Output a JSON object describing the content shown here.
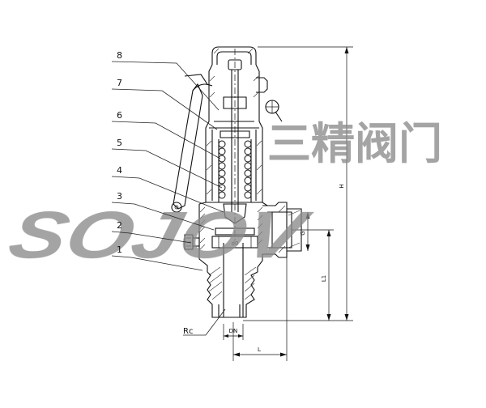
{
  "diagram": {
    "callouts": [
      "8",
      "7",
      "6",
      "5",
      "4",
      "3",
      "2",
      "1"
    ],
    "labels": {
      "rc": "Rc",
      "dn": "DN",
      "l": "L",
      "l1": "L1",
      "h": "H",
      "g": "G",
      "d0": "d0"
    }
  },
  "watermark": {
    "latin": "SOJOV",
    "chinese": "三精阀门"
  },
  "colors": {
    "line": "#111111",
    "watermark": "#8a8a8a"
  }
}
